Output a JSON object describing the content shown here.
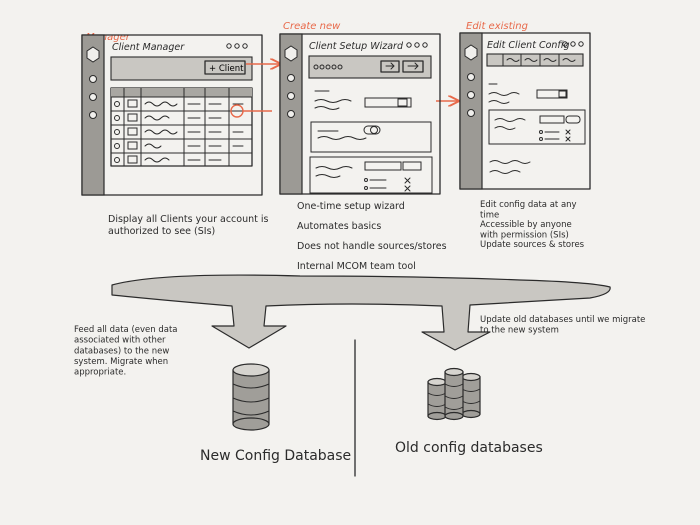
{
  "sections": [
    {
      "label": "Manager",
      "window_title": "Client Manager",
      "button": "+ Client",
      "notes": [
        "Display all Clients your account is authorized to see (SIs)"
      ]
    },
    {
      "label": "Create new",
      "window_title": "Client Setup Wizard",
      "notes": [
        "One-time setup wizard",
        "Automates basics",
        "Does not handle sources/stores",
        "Internal MCOM team tool"
      ]
    },
    {
      "label": "Edit existing",
      "window_title": "Edit Client Config",
      "notes": [
        "Edit config data at any time",
        "Accessible by anyone with permission (SIs)",
        "Update sources & stores"
      ]
    }
  ],
  "flow": {
    "left_note": "Feed all data (even data associated with other databases) to the new system. Migrate when appropriate.",
    "right_note": "Update old databases until we migrate to the new system"
  },
  "databases": {
    "new_label": "New Config Database",
    "old_label": "Old config databases"
  },
  "colors": {
    "accent": "#e8694a",
    "ink": "#2b2b2b",
    "paper": "#f3f2ef",
    "rail": "#9c9a95"
  }
}
